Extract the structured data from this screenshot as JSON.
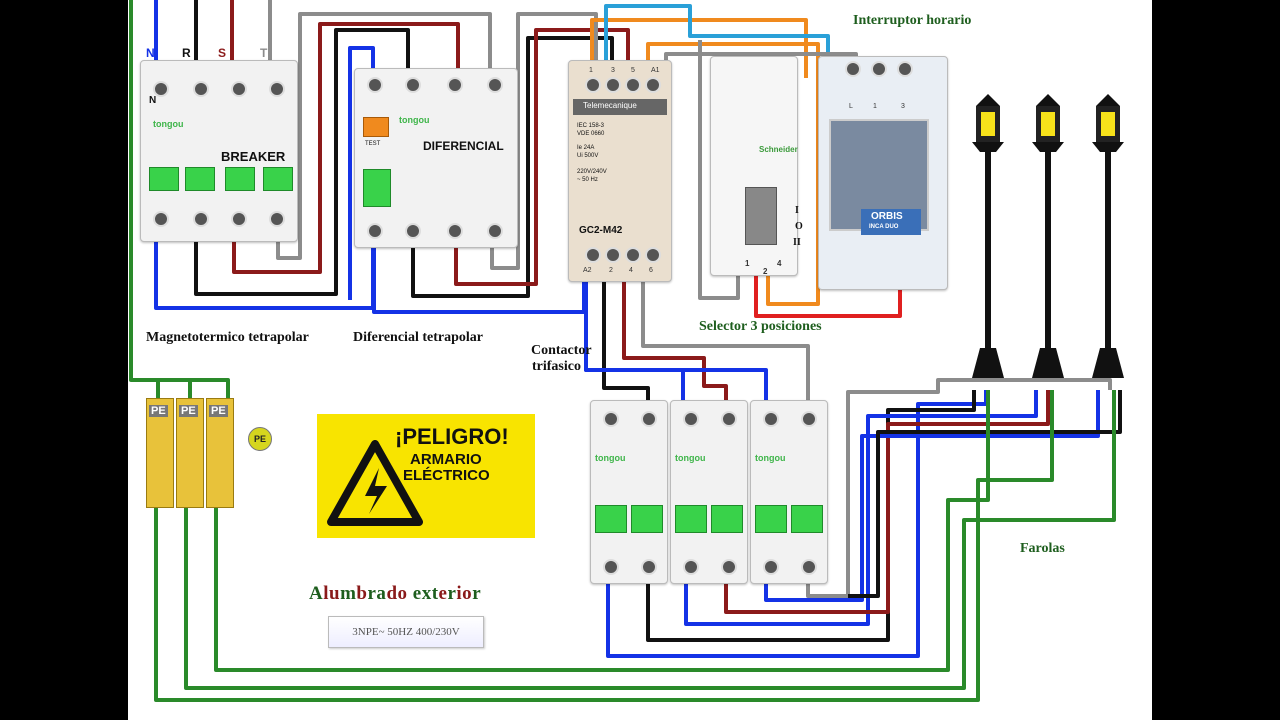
{
  "labels": {
    "breaker_caption": "Magnetotermico tetrapolar",
    "differential_caption": "Diferencial tetrapolar",
    "contactor_caption_line1": "Contactor",
    "contactor_caption_line2": "trifasico",
    "selector_caption": "Selector 3 posiciones",
    "timer_caption": "Interruptor horario",
    "streetlights_caption": "Farolas"
  },
  "phases": [
    "N",
    "R",
    "S",
    "T"
  ],
  "breaker": {
    "brand": "tongou",
    "name": "BREAKER",
    "neutral": "N"
  },
  "differential": {
    "brand": "tongou",
    "name": "DIFERENCIAL",
    "test": "TEST"
  },
  "contactor": {
    "brand": "Telemecanique",
    "spec_lines": [
      "IEC 158-3",
      "VDE 0660",
      "Ie 24A",
      "Ui 500V",
      "220V/240V",
      "~ 50 Hz"
    ],
    "model": "GC2-M42",
    "top_terminals": [
      "1",
      "3",
      "5",
      "A1"
    ],
    "bottom_terminals": [
      "A2",
      "2",
      "4",
      "6"
    ]
  },
  "selector": {
    "brand": "Schneider",
    "positions": [
      "I",
      "O",
      "II"
    ],
    "terminals": [
      "1",
      "2",
      "4"
    ]
  },
  "timer": {
    "brand": "ORBIS",
    "model": "INCA DUO",
    "terminals": [
      "L",
      "1",
      "3"
    ]
  },
  "pe_terminals": [
    "PE",
    "PE",
    "PE"
  ],
  "pe_symbol": "PE",
  "mini_breakers": [
    {
      "brand": "tongou"
    },
    {
      "brand": "tongou"
    },
    {
      "brand": "tongou"
    }
  ],
  "danger_sign": {
    "line1": "¡PELIGRO!",
    "line2": "ARMARIO",
    "line3": "ELÉCTRICO"
  },
  "title": {
    "parts": [
      {
        "text": "A",
        "color": "#1e5e1e"
      },
      {
        "text": "lu",
        "color": "#8a1a1a"
      },
      {
        "text": "m",
        "color": "#1e5e1e"
      },
      {
        "text": "b",
        "color": "#8a1a1a"
      },
      {
        "text": "ra",
        "color": "#1e5e1e"
      },
      {
        "text": "do",
        "color": "#8a1a1a"
      },
      {
        "text": " ext",
        "color": "#1e5e1e"
      },
      {
        "text": "e",
        "color": "#8a1a1a"
      },
      {
        "text": "r",
        "color": "#1e5e1e"
      },
      {
        "text": "io",
        "color": "#8a1a1a"
      },
      {
        "text": "r",
        "color": "#1e5e1e"
      }
    ]
  },
  "spec": "3NPE~ 50HZ   400/230V",
  "colors": {
    "neutral": "#1432e6",
    "phase_r": "#111111",
    "phase_s": "#8b1a1a",
    "phase_t": "#8c8c8c",
    "earth": "#2a8a2a",
    "control": "#f08a1e",
    "timer_feed": "#2aa0d8",
    "lamp_return": "#e02020",
    "sign_yellow": "#f8e400"
  }
}
